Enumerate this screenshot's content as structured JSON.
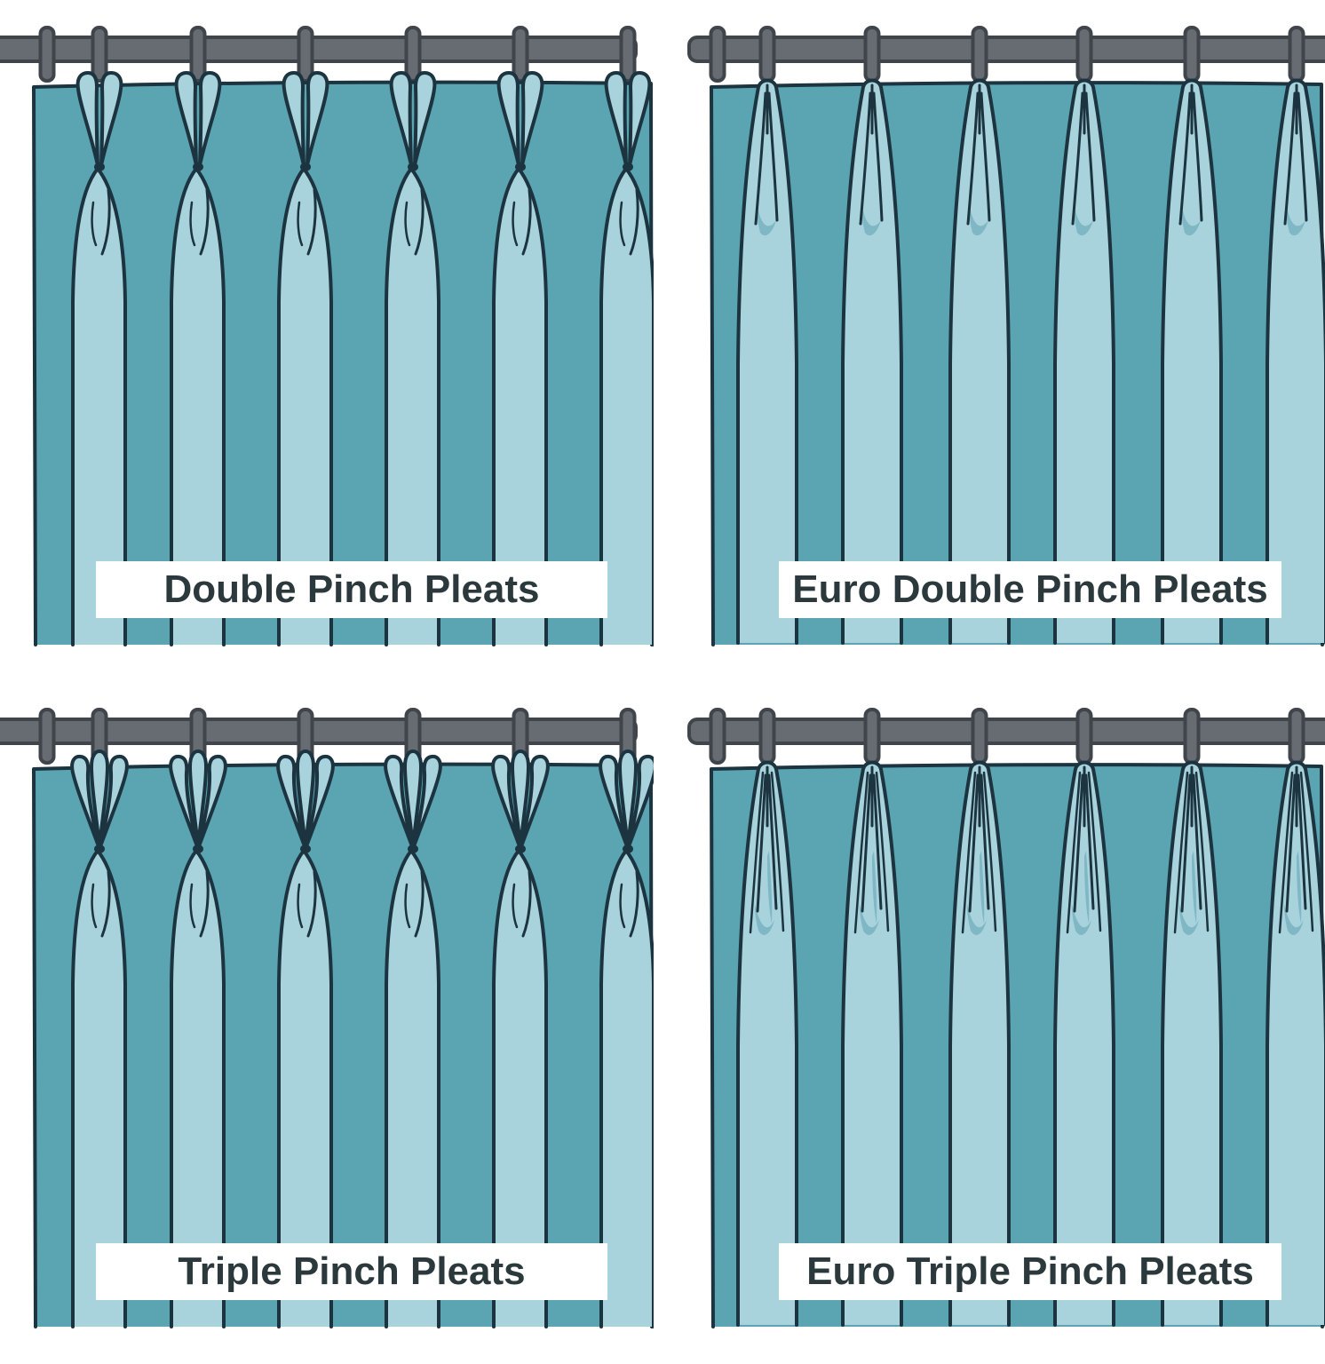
{
  "colors": {
    "background": "#ffffff",
    "curtain_dark": "#5ba4b2",
    "curtain_light": "#a9d3dc",
    "curtain_shadow": "#7fb7c4",
    "outline": "#1c3440",
    "rod_fill": "#666c72",
    "rod_outline": "#3f454b",
    "label_bg": "#ffffff",
    "label_text": "#2b393d"
  },
  "panels": [
    {
      "id": "double-pinch-pleats",
      "label": "Double Pinch Pleats",
      "pleat_type": "pinch",
      "folds_per_pleat": 2,
      "pleat_count": 6
    },
    {
      "id": "euro-double-pinch-pleats",
      "label": "Euro Double Pinch Pleats",
      "pleat_type": "euro",
      "folds_per_pleat": 2,
      "pleat_count": 6
    },
    {
      "id": "triple-pinch-pleats",
      "label": "Triple Pinch Pleats",
      "pleat_type": "pinch",
      "folds_per_pleat": 3,
      "pleat_count": 6
    },
    {
      "id": "euro-triple-pinch-pleats",
      "label": "Euro Triple Pinch Pleats",
      "pleat_type": "euro",
      "folds_per_pleat": 3,
      "pleat_count": 6
    }
  ]
}
